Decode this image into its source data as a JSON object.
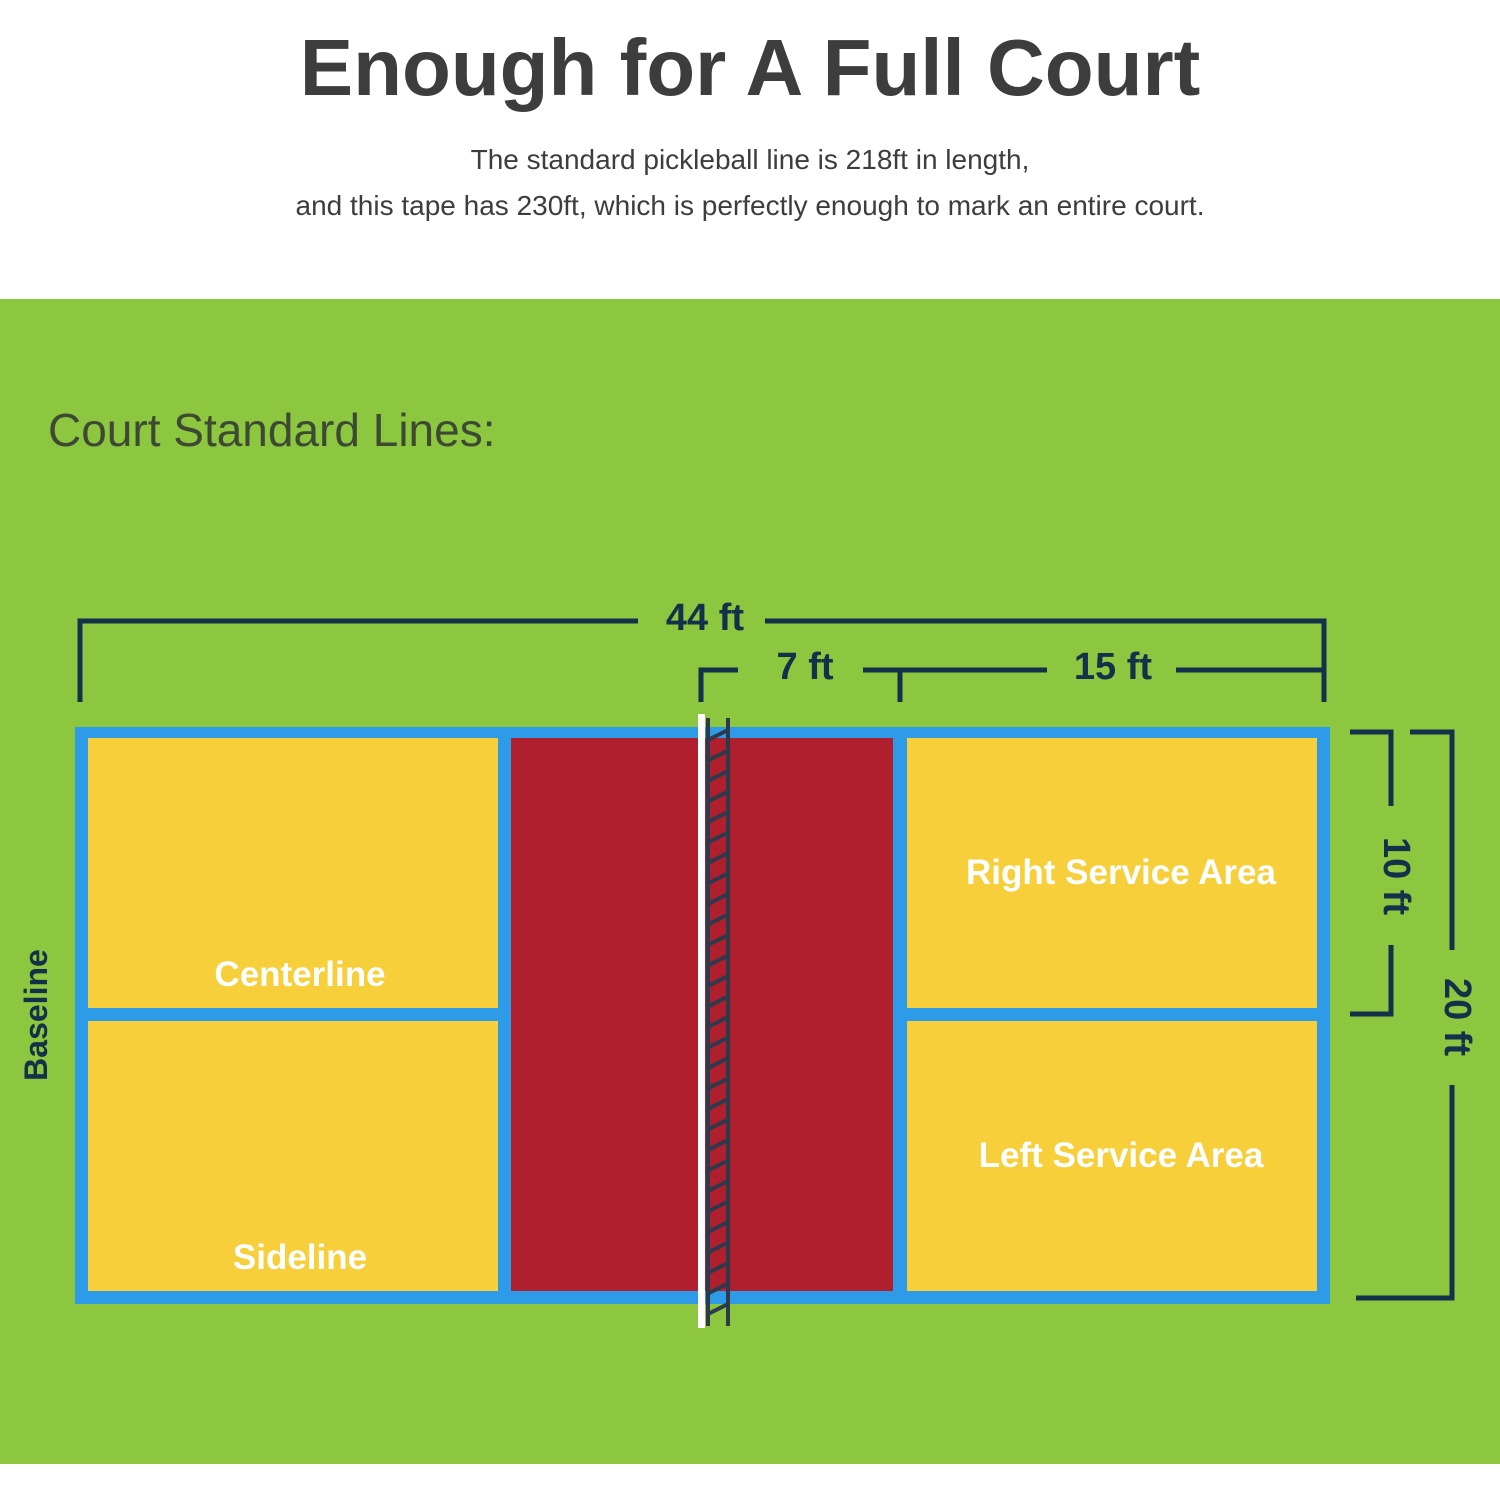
{
  "header": {
    "title": "Enough for A Full Court",
    "subtitle_line1": "The standard pickleball line is 218ft in length,",
    "subtitle_line2": "and this tape has 230ft, which is perfectly enough to mark an entire court."
  },
  "court": {
    "heading": "Court Standard Lines:",
    "dimensions": {
      "total_length": "44 ft",
      "kitchen": "7 ft",
      "service_length": "15 ft",
      "service_width": "10 ft",
      "total_width": "20 ft"
    },
    "labels": {
      "baseline": "Baseline",
      "centerline": "Centerline",
      "sideline": "Sideline",
      "right_service": "Right Service Area",
      "left_service": "Left Service Area"
    }
  },
  "colors": {
    "background_green": "#8dc63f",
    "line_blue": "#2e9be8",
    "service_yellow": "#f6cf3a",
    "kitchen_red": "#b01f2e",
    "dimension_navy": "#14304a",
    "net_dark": "#2c3a4c"
  }
}
